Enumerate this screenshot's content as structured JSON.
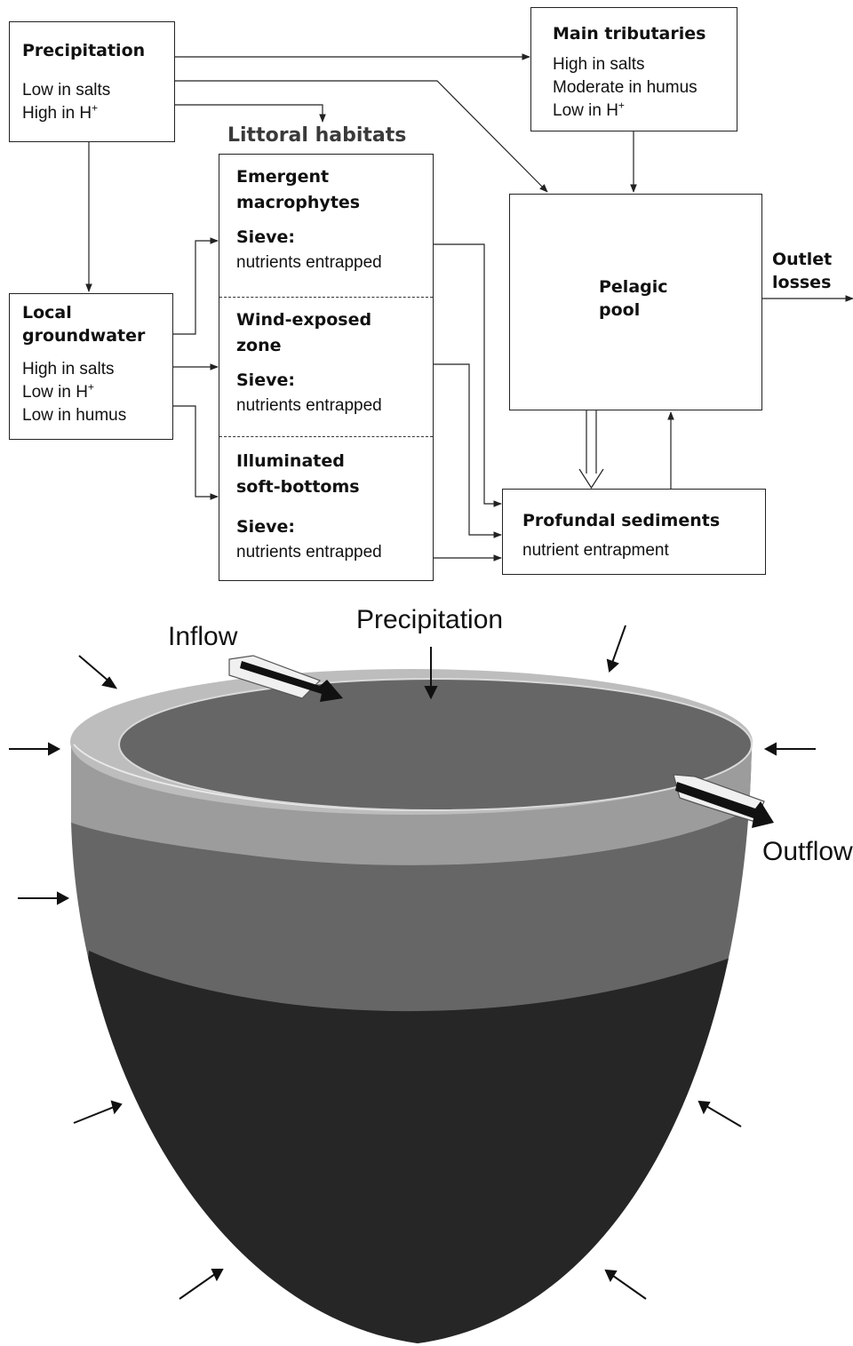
{
  "flowchart": {
    "precipitation": {
      "title": "Precipitation",
      "line1": "Low in salts",
      "line2": "High in H",
      "sup": "+"
    },
    "tributaries": {
      "title": "Main tributaries",
      "line1": "High in salts",
      "line2": "Moderate in humus",
      "line3": "Low in H",
      "sup": "+"
    },
    "littoral_header": "Littoral habitats",
    "emergent": {
      "title1": "Emergent",
      "title2": "macrophytes",
      "sieve": "Sieve:",
      "desc": "nutrients entrapped"
    },
    "wind": {
      "title1": "Wind-exposed",
      "title2": "zone",
      "sieve": "Sieve:",
      "desc": "nutrients entrapped"
    },
    "illuminated": {
      "title1": "Illuminated",
      "title2": "soft-bottoms",
      "sieve": "Sieve:",
      "desc": "nutrients entrapped"
    },
    "groundwater": {
      "title1": "Local",
      "title2": "groundwater",
      "line1": "High in salts",
      "line2": "Low in H",
      "sup": "+",
      "line3": "Low in humus"
    },
    "pelagic": {
      "title1": "Pelagic",
      "title2": "pool"
    },
    "outlet": {
      "title1": "Outlet",
      "title2": "losses"
    },
    "profundal": {
      "title": "Profundal sediments",
      "desc": "nutrient entrapment"
    }
  },
  "lake": {
    "inflow": "Inflow",
    "precipitation": "Precipitation",
    "outflow": "Outflow",
    "colors": {
      "rim_light": "#bdbdbd",
      "rim_mid": "#9c9c9c",
      "surface": "#666666",
      "middle": "#666666",
      "deep": "#262626"
    }
  }
}
